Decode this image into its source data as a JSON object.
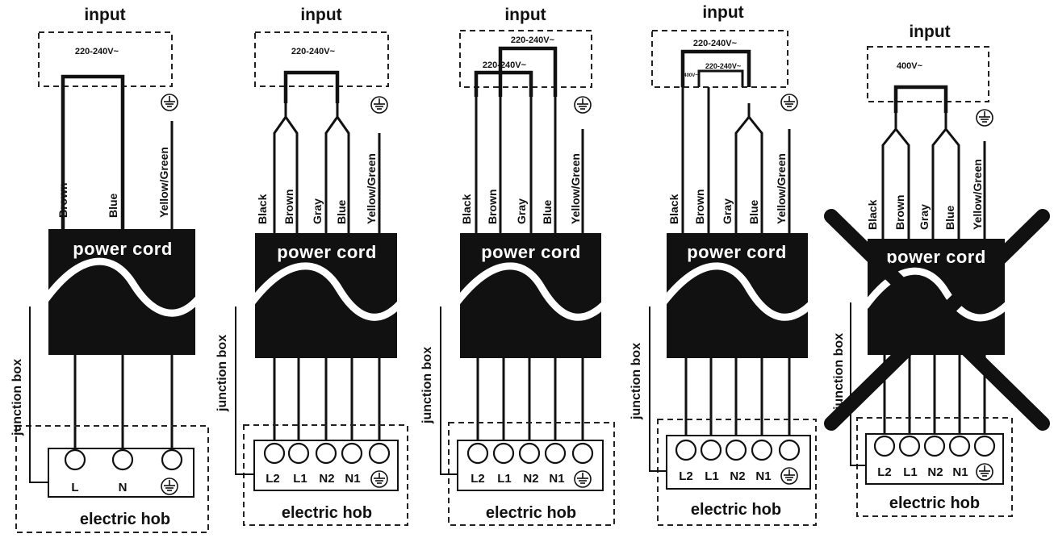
{
  "diagrams": [
    {
      "input_label": "input",
      "voltages": [
        "220-240V~"
      ],
      "wires": [
        "Brown",
        "Blue",
        "Yellow/Green"
      ],
      "cord_label": "power cord",
      "junction_label": "junction box",
      "terminals": [
        "L",
        "N"
      ],
      "hob_label": "electric hob",
      "crossed": false
    },
    {
      "input_label": "input",
      "voltages": [
        "220-240V~"
      ],
      "wires": [
        "Black",
        "Brown",
        "Gray",
        "Blue",
        "Yellow/Green"
      ],
      "cord_label": "power cord",
      "junction_label": "junction box",
      "terminals": [
        "L2",
        "L1",
        "N2",
        "N1"
      ],
      "hob_label": "electric hob",
      "crossed": false
    },
    {
      "input_label": "input",
      "voltages": [
        "220-240V~",
        "220-240V~"
      ],
      "wires": [
        "Black",
        "Brown",
        "Gray",
        "Blue",
        "Yellow/Green"
      ],
      "cord_label": "power cord",
      "junction_label": "junction box",
      "terminals": [
        "L2",
        "L1",
        "N2",
        "N1"
      ],
      "hob_label": "electric hob",
      "crossed": false
    },
    {
      "input_label": "input",
      "voltages": [
        "220-240V~",
        "220-240V~",
        "400V~"
      ],
      "wires": [
        "Black",
        "Brown",
        "Gray",
        "Blue",
        "Yellow/Green"
      ],
      "cord_label": "power cord",
      "junction_label": "junction box",
      "terminals": [
        "L2",
        "L1",
        "N2",
        "N1"
      ],
      "hob_label": "electric hob",
      "crossed": false
    },
    {
      "input_label": "input",
      "voltages": [
        "400V~"
      ],
      "wires": [
        "Black",
        "Brown",
        "Gray",
        "Blue",
        "Yellow/Green"
      ],
      "cord_label": "power cord",
      "junction_label": "junction box",
      "terminals": [
        "L2",
        "L1",
        "N2",
        "N1"
      ],
      "hob_label": "electric hob",
      "crossed": true
    }
  ],
  "icons": {
    "ground": "ground-icon",
    "cross": "cross-out-icon"
  }
}
